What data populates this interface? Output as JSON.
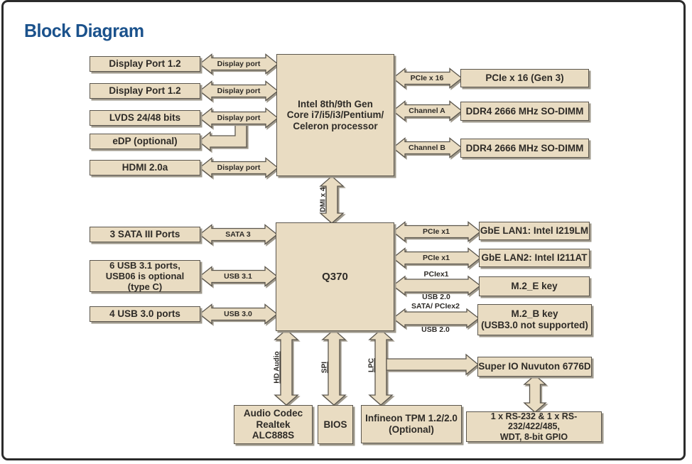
{
  "title": "Block Diagram",
  "colors": {
    "title": "#1b528c",
    "node_fill": "#e9dcc2",
    "node_border": "#5b564d",
    "shadow": "#9e988b",
    "text": "#2e2b27",
    "frame": "#2b2b2b"
  },
  "boxes": {
    "display_port_1": "Display Port 1.2",
    "display_port_2": "Display Port 1.2",
    "lvds": "LVDS 24/48 bits",
    "edp": "eDP (optional)",
    "hdmi": "HDMI 2.0a",
    "cpu": "Intel 8th/9th Gen\nCore i7/i5/i3/Pentium/\nCeleron processor",
    "pcie16": "PCIe x 16 (Gen 3)",
    "ddr4_a": "DDR4 2666 MHz SO-DIMM",
    "ddr4_b": "DDR4 2666 MHz SO-DIMM",
    "sata": "3 SATA III Ports",
    "usb31": "6 USB 3.1 ports,\nUSB06 is optional\n(type C)",
    "usb30": "4 USB 3.0 ports",
    "pch": "Q370",
    "lan1": "GbE LAN1: Intel I219LM",
    "lan2": "GbE LAN2: Intel I211AT",
    "m2e": "M.2_E key",
    "m2b": "M.2_B key\n(USB3.0 not supported)",
    "superio": "Super IO Nuvuton 6776D",
    "serial": "1 x RS-232 & 1 x RS-232/422/485,\nWDT, 8-bit GPIO",
    "audio": "Audio Codec\nRealtek ALC888S",
    "bios": "BIOS",
    "tpm": "Infineon TPM 1.2/2.0\n(Optional)"
  },
  "labels": {
    "display_port": "Display port",
    "pcie_x16": "PCIe x 16",
    "channel_a": "Channel A",
    "channel_b": "Channel B",
    "dmi_x4": "DMI x 4",
    "sata3": "SATA 3",
    "usb31": "USB 3.1",
    "usb30": "USB 3.0",
    "pcie_x1": "PCIe x1",
    "pciex1": "PCIex1",
    "usb20": "USB 2.0",
    "sata_pciex2": "SATA/ PCIex2",
    "hd_audio": "HD Audio",
    "spi": "SPI",
    "lpc": "LPC"
  }
}
